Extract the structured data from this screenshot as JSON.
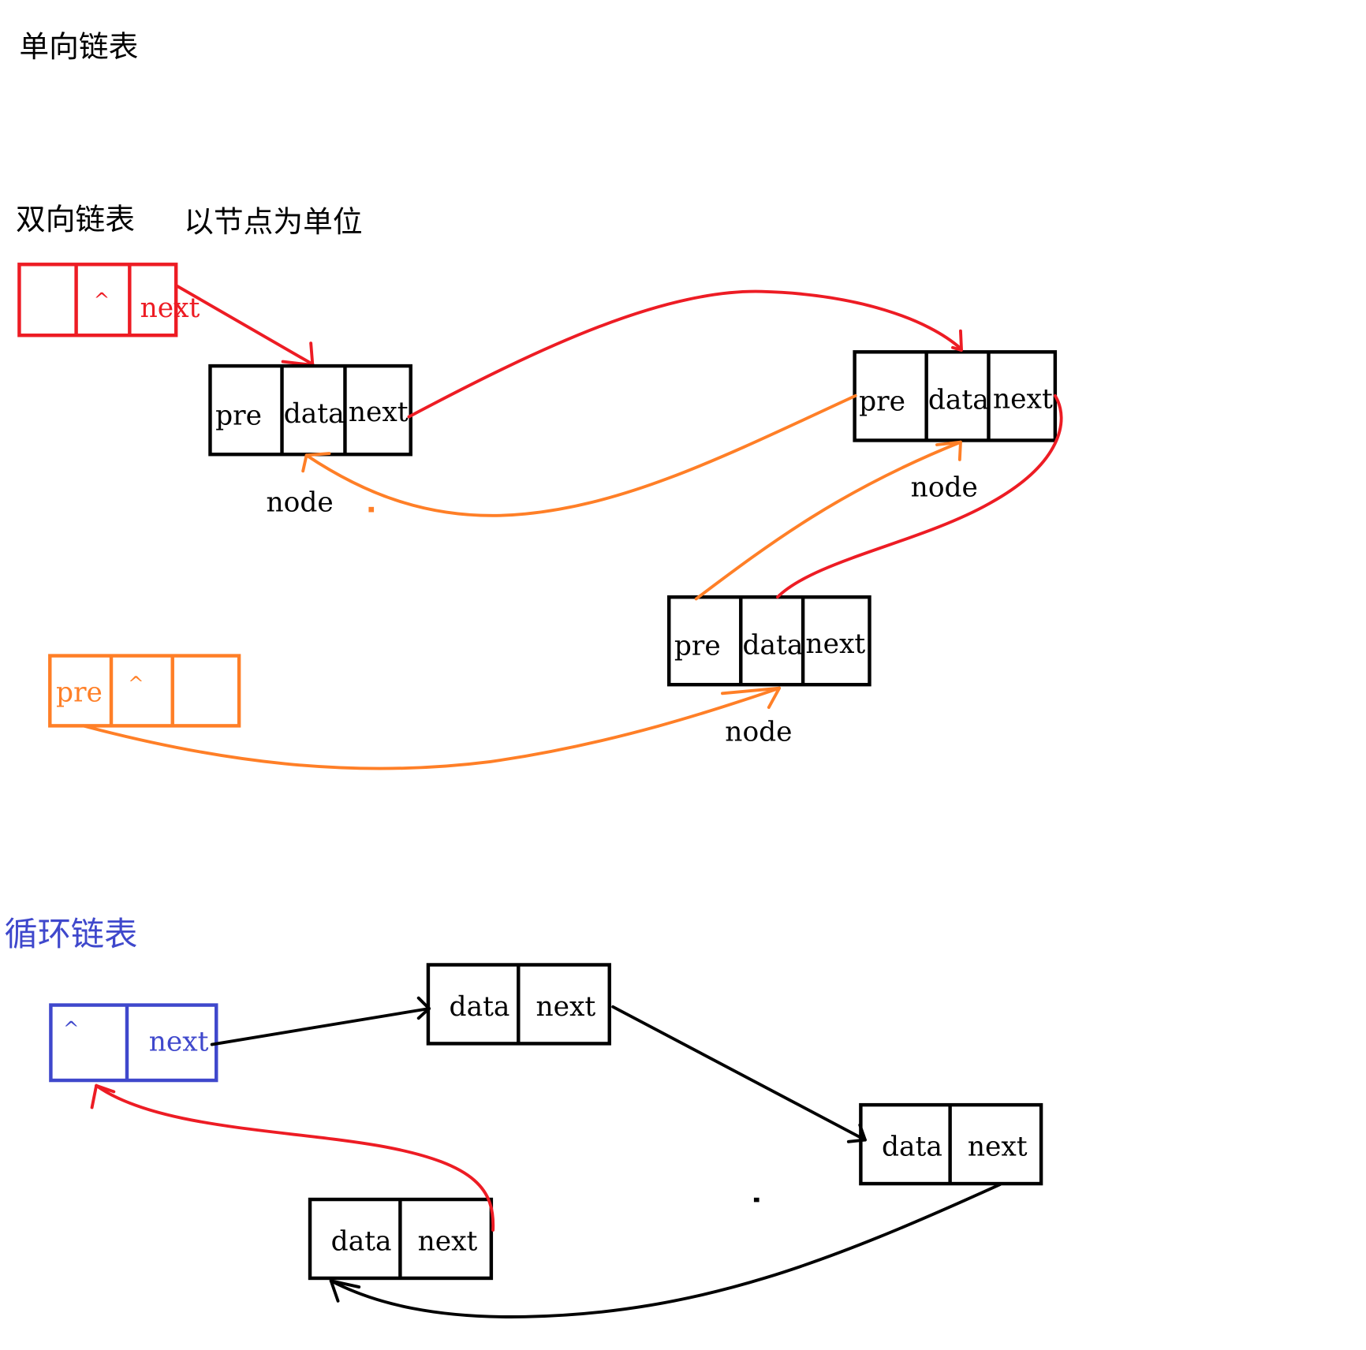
{
  "colors": {
    "red": "#ED1C24",
    "orange": "#FF7F27",
    "blue": "#3F48CC",
    "black": "#000000"
  },
  "singly_linked_list": {
    "title": "单向链表"
  },
  "doubly_linked_list": {
    "title": "双向链表",
    "note": "以节点为单位",
    "head": {
      "middle": "^",
      "right": "next"
    },
    "tail": {
      "left": "pre",
      "middle": "^"
    },
    "nodes": [
      {
        "pre": "pre",
        "data": "data",
        "next": "next",
        "label": "node"
      },
      {
        "pre": "pre",
        "data": "data",
        "next": "next",
        "label": "node"
      },
      {
        "pre": "pre",
        "data": "data",
        "next": "next",
        "label": "node"
      }
    ]
  },
  "circular_linked_list": {
    "title": "循环链表",
    "head": {
      "left": "^",
      "right": "next"
    },
    "nodes": [
      {
        "data": "data",
        "next": "next"
      },
      {
        "data": "data",
        "next": "next"
      },
      {
        "data": "data",
        "next": "next"
      }
    ]
  }
}
